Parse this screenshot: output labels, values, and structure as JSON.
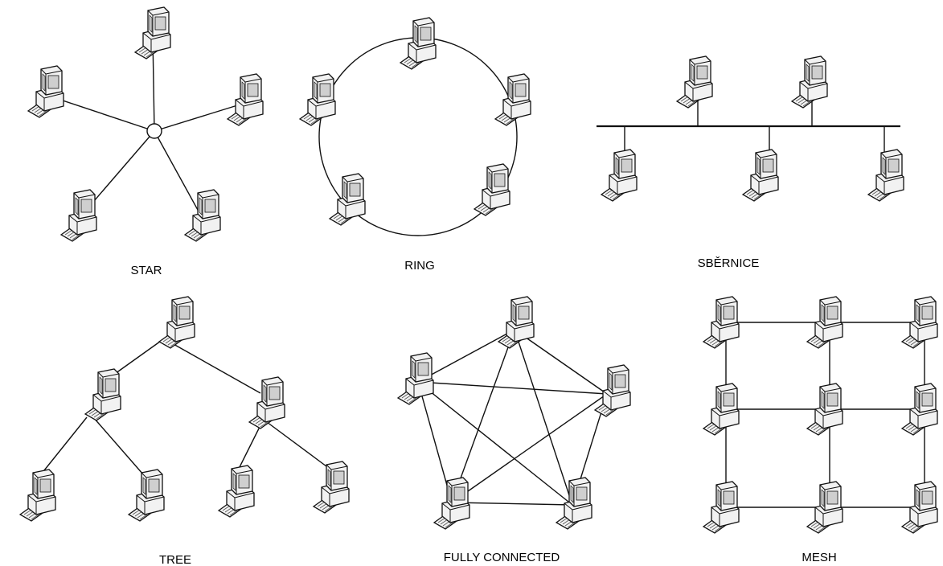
{
  "diagrams": [
    {
      "key": "star",
      "label": "STAR"
    },
    {
      "key": "ring",
      "label": "RING"
    },
    {
      "key": "bus",
      "label": "SBĚRNICE"
    },
    {
      "key": "tree",
      "label": "TREE"
    },
    {
      "key": "full",
      "label": "FULLY CONNECTED"
    },
    {
      "key": "mesh",
      "label": "MESH"
    }
  ],
  "colors": {
    "line": "#111111",
    "monitor_screen": "#cfcfcf",
    "casing": "#f2f2f2"
  },
  "icons": [
    "computer-icon",
    "hub-icon"
  ]
}
